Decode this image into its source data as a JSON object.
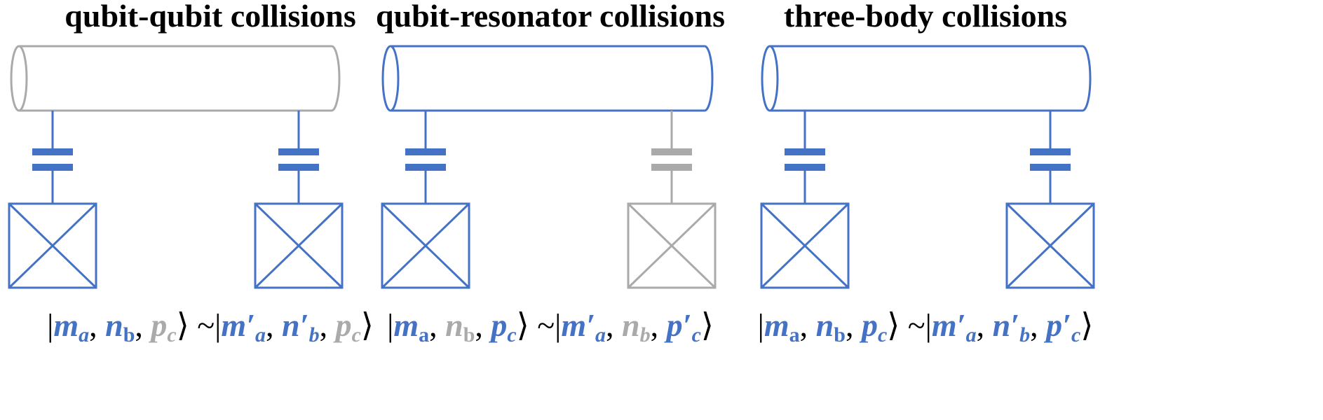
{
  "colors": {
    "active": "#4472c4",
    "inactive": "#aaaaaa",
    "text": "#000000"
  },
  "panels": [
    {
      "title": "qubit-qubit collisions",
      "resonator_color": "inactive",
      "left_coupler_color": "active",
      "right_coupler_color": "active",
      "left_qubit_color": "active",
      "right_qubit_color": "active",
      "equation": {
        "bra_open": "|",
        "ket_close": "⟩",
        "sep": ", ",
        "tilde": " ~",
        "left": [
          {
            "sym": "m",
            "sub": "a",
            "prime": "",
            "color": "active",
            "sub_italic": true
          },
          {
            "sym": "n",
            "sub": "b",
            "prime": "",
            "color": "active",
            "sub_italic": false
          },
          {
            "sym": "p",
            "sub": "c",
            "prime": "",
            "color": "inactive",
            "sub_italic": true
          }
        ],
        "right": [
          {
            "sym": "m",
            "sub": "a",
            "prime": "′",
            "color": "active",
            "sub_italic": true
          },
          {
            "sym": "n",
            "sub": "b",
            "prime": "′",
            "color": "active",
            "sub_italic": true
          },
          {
            "sym": "p",
            "sub": "c",
            "prime": "",
            "color": "inactive",
            "sub_italic": true
          }
        ]
      }
    },
    {
      "title": "qubit-resonator collisions",
      "resonator_color": "active",
      "left_coupler_color": "active",
      "right_coupler_color": "inactive",
      "left_qubit_color": "active",
      "right_qubit_color": "inactive",
      "equation": {
        "bra_open": "|",
        "ket_close": "⟩",
        "sep": ", ",
        "tilde": " ~",
        "left": [
          {
            "sym": "m",
            "sub": "a",
            "prime": "",
            "color": "active",
            "sub_italic": false
          },
          {
            "sym": "n",
            "sub": "b",
            "prime": "",
            "color": "inactive",
            "sub_italic": false
          },
          {
            "sym": "p",
            "sub": "c",
            "prime": "",
            "color": "active",
            "sub_italic": true
          }
        ],
        "right": [
          {
            "sym": "m",
            "sub": "a",
            "prime": "′",
            "color": "active",
            "sub_italic": true
          },
          {
            "sym": "n",
            "sub": "b",
            "prime": "",
            "color": "inactive",
            "sub_italic": true
          },
          {
            "sym": "p",
            "sub": "c",
            "prime": "′",
            "color": "active",
            "sub_italic": true
          }
        ]
      }
    },
    {
      "title": "three-body collisions",
      "resonator_color": "active",
      "left_coupler_color": "active",
      "right_coupler_color": "active",
      "left_qubit_color": "active",
      "right_qubit_color": "active",
      "equation": {
        "bra_open": "|",
        "ket_close": "⟩",
        "sep": ", ",
        "tilde": " ~",
        "left": [
          {
            "sym": "m",
            "sub": "a",
            "prime": "",
            "color": "active",
            "sub_italic": false
          },
          {
            "sym": "n",
            "sub": "b",
            "prime": "",
            "color": "active",
            "sub_italic": false
          },
          {
            "sym": "p",
            "sub": "c",
            "prime": "",
            "color": "active",
            "sub_italic": true
          }
        ],
        "right": [
          {
            "sym": "m",
            "sub": "a",
            "prime": "′",
            "color": "active",
            "sub_italic": true
          },
          {
            "sym": "n",
            "sub": "b",
            "prime": "′",
            "color": "active",
            "sub_italic": true
          },
          {
            "sym": "p",
            "sub": "c",
            "prime": "′",
            "color": "active",
            "sub_italic": true
          }
        ]
      }
    }
  ]
}
